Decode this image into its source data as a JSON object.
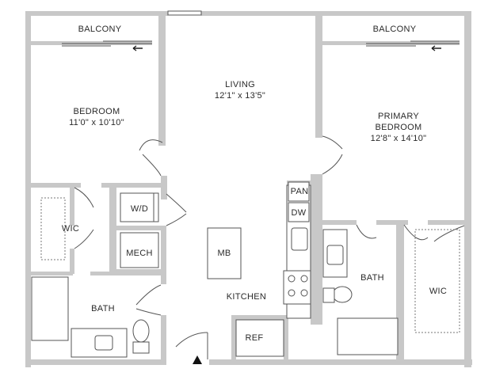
{
  "rooms": {
    "balcony_left": "BALCONY",
    "balcony_right": "BALCONY",
    "living_name": "LIVING",
    "living_dim": "12'1\" x 13'5\"",
    "bedroom_name": "BEDROOM",
    "bedroom_dim": "11'0\" x 10'10\"",
    "primary_line1": "PRIMARY",
    "primary_line2": "BEDROOM",
    "primary_dim": "12'8\" x 14'10\"",
    "wic_left": "WIC",
    "wd": "W/D",
    "mech": "MECH",
    "mb": "MB",
    "pan": "PAN",
    "dw": "DW",
    "kitchen": "KITCHEN",
    "bath_left": "BATH",
    "bath_right": "BATH",
    "wic_right": "WIC",
    "ref": "REF"
  },
  "icons": {
    "entry": "entry-arrow-icon",
    "slider_left": "slider-arrow-icon",
    "slider_right": "slider-arrow-icon"
  },
  "colors": {
    "wall": "#c8c8c8",
    "line": "#555555",
    "background": "#ffffff"
  }
}
